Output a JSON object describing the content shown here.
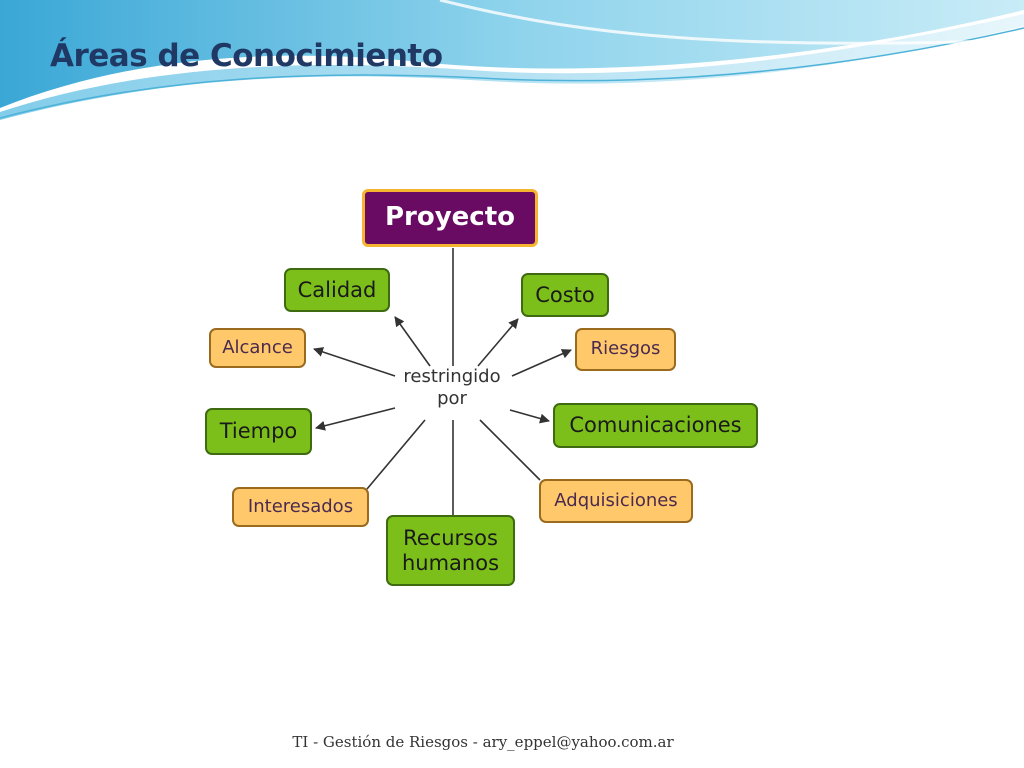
{
  "slide": {
    "title": "Áreas de Conocimiento",
    "footer": "TI - Gestión de Riesgos - ary_eppel@yahoo.com.ar"
  },
  "diagram": {
    "root": "Proyecto",
    "hub_line1": "restringido",
    "hub_line2": "por",
    "nodes": [
      {
        "label": "Calidad",
        "style": "green"
      },
      {
        "label": "Costo",
        "style": "green"
      },
      {
        "label": "Alcance",
        "style": "orange"
      },
      {
        "label": "Riesgos",
        "style": "orange"
      },
      {
        "label": "Tiempo",
        "style": "green"
      },
      {
        "label": "Comunicaciones",
        "style": "green"
      },
      {
        "label": "Interesados",
        "style": "orange"
      },
      {
        "label": "Adquisiciones",
        "style": "orange"
      },
      {
        "label_line1": "Recursos",
        "label_line2": "humanos",
        "style": "green"
      }
    ]
  },
  "colors": {
    "title": "#1f3864",
    "root_fill": "#6a0b63",
    "root_border": "#f5b531",
    "green_fill": "#7cbf1a",
    "orange_fill": "#ffc96b",
    "wave_blue": "#4fb3d9"
  }
}
